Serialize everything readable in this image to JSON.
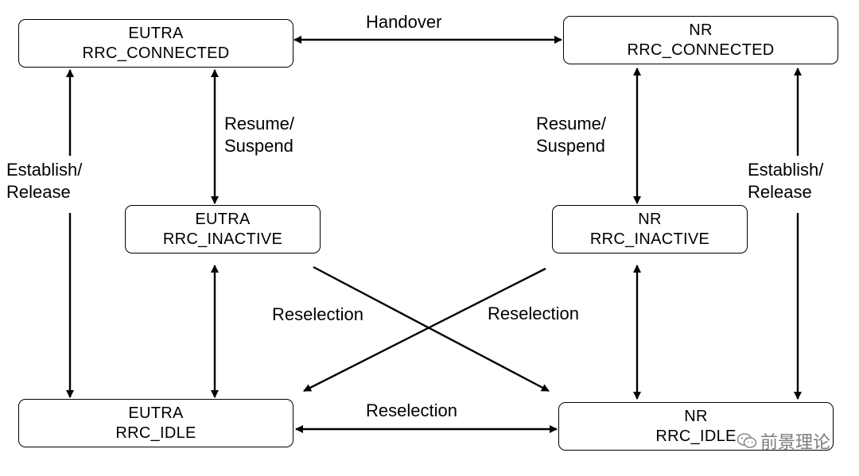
{
  "states": {
    "eutra_connected": {
      "line1": "EUTRA",
      "line2": "RRC_CONNECTED"
    },
    "nr_connected": {
      "line1": "NR",
      "line2": "RRC_CONNECTED"
    },
    "eutra_inactive": {
      "line1": "EUTRA",
      "line2": "RRC_INACTIVE"
    },
    "nr_inactive": {
      "line1": "NR",
      "line2": "RRC_INACTIVE"
    },
    "eutra_idle": {
      "line1": "EUTRA",
      "line2": "RRC_IDLE"
    },
    "nr_idle": {
      "line1": "NR",
      "line2": "RRC_IDLE"
    }
  },
  "transitions": {
    "handover": "Handover",
    "resume_suspend_left_1": "Resume/",
    "resume_suspend_left_2": "Suspend",
    "resume_suspend_right_1": "Resume/",
    "resume_suspend_right_2": "Suspend",
    "establish_release_left_1": "Establish/",
    "establish_release_left_2": "Release",
    "establish_release_right_1": "Establish/",
    "establish_release_right_2": "Release",
    "reselection_left": "Reselection",
    "reselection_right": "Reselection",
    "reselection_bottom": "Reselection"
  },
  "watermark": {
    "icon": "wechat-icon",
    "text": "前景理论"
  }
}
